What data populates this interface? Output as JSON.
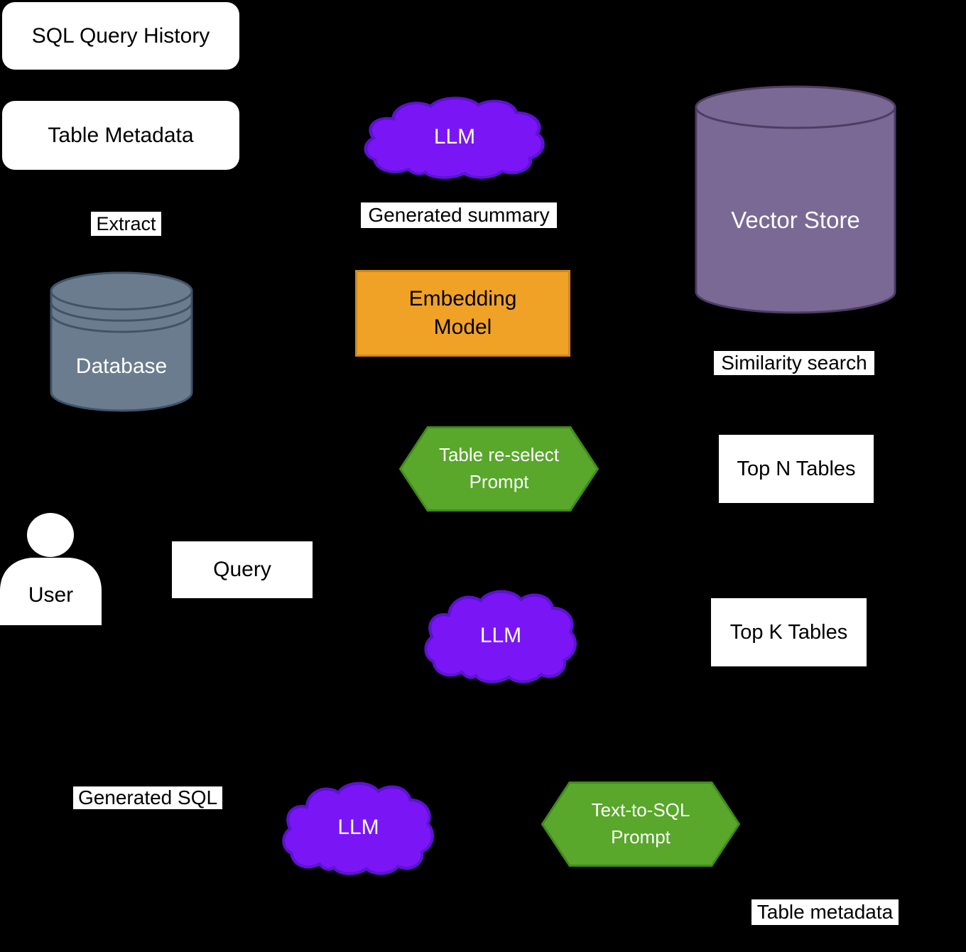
{
  "colors": {
    "background": "#000000",
    "node_bg": "#FFFFFF",
    "text_dark": "#000000",
    "text_light": "#FFFFFF",
    "cloud_fill": "#7A16F5",
    "cloud_stroke": "#5D13CF",
    "database_fill": "#6B7C8E",
    "database_stroke": "#405468",
    "vector_store_fill": "#7A6994",
    "vector_store_stroke": "#4E3D63",
    "embedding_fill": "#F0A227",
    "embedding_stroke": "#CE881D",
    "prompt_fill": "#59A72B",
    "prompt_stroke": "#418A1C"
  },
  "nodes": {
    "sql_query_history": {
      "label": "SQL Query History"
    },
    "table_metadata": {
      "label": "Table Metadata"
    },
    "database": {
      "label": "Database"
    },
    "llm_summary": {
      "label": "LLM"
    },
    "embedding_model": {
      "label": "Embedding Model"
    },
    "vector_store": {
      "label": "Vector Store"
    },
    "table_reselect_prompt": {
      "label": "Table re-select Prompt"
    },
    "top_n_tables": {
      "label": "Top N Tables"
    },
    "user": {
      "label": "User"
    },
    "query": {
      "label": "Query"
    },
    "llm_reselect": {
      "label": "LLM"
    },
    "top_k_tables": {
      "label": "Top K Tables"
    },
    "llm_text_to_sql": {
      "label": "LLM"
    },
    "text_to_sql_prompt": {
      "label": "Text-to-SQL Prompt"
    }
  },
  "annotations": {
    "extract": "Extract",
    "generated_summary": "Generated summary",
    "similarity_search": "Similarity search",
    "generated_sql": "Generated SQL",
    "table_metadata_note": "Table metadata"
  }
}
